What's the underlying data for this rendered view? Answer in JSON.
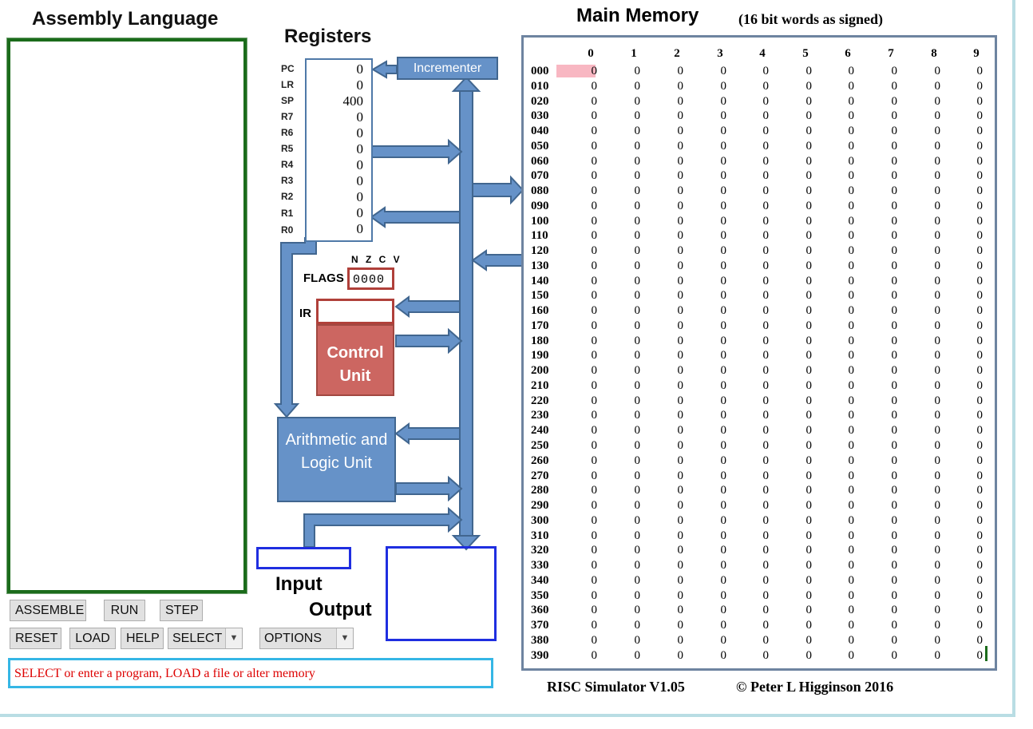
{
  "assembly": {
    "title": "Assembly Language",
    "code": ""
  },
  "buttons": {
    "assemble": "ASSEMBLE",
    "run": "RUN",
    "step": "STEP",
    "reset": "RESET",
    "load": "LOAD",
    "help": "HELP"
  },
  "selects": {
    "select": "SELECT",
    "options": "OPTIONS"
  },
  "status": "SELECT or enter a program, LOAD a file or alter memory",
  "registers": {
    "title": "Registers",
    "items": [
      {
        "name": "PC",
        "value": "0"
      },
      {
        "name": "LR",
        "value": "0"
      },
      {
        "name": "SP",
        "value": "400"
      },
      {
        "name": "R7",
        "value": "0"
      },
      {
        "name": "R6",
        "value": "0"
      },
      {
        "name": "R5",
        "value": "0"
      },
      {
        "name": "R4",
        "value": "0"
      },
      {
        "name": "R3",
        "value": "0"
      },
      {
        "name": "R2",
        "value": "0"
      },
      {
        "name": "R1",
        "value": "0"
      },
      {
        "name": "R0",
        "value": "0"
      }
    ]
  },
  "flags": {
    "label": "FLAGS",
    "header": "N Z C V",
    "value": "0000"
  },
  "ir": {
    "label": "IR",
    "value": ""
  },
  "units": {
    "incrementer": "Incrementer",
    "control_unit": "Control Unit",
    "alu": "Arithmetic and Logic Unit"
  },
  "io": {
    "input_label": "Input",
    "output_label": "Output"
  },
  "memory": {
    "title": "Main Memory",
    "subtitle": "(16 bit words as signed)",
    "columns": [
      "0",
      "1",
      "2",
      "3",
      "4",
      "5",
      "6",
      "7",
      "8",
      "9"
    ],
    "rows": [
      "000",
      "010",
      "020",
      "030",
      "040",
      "050",
      "060",
      "070",
      "080",
      "090",
      "100",
      "110",
      "120",
      "130",
      "140",
      "150",
      "160",
      "170",
      "180",
      "190",
      "200",
      "210",
      "220",
      "230",
      "240",
      "250",
      "260",
      "270",
      "280",
      "290",
      "300",
      "310",
      "320",
      "330",
      "340",
      "350",
      "360",
      "370",
      "380",
      "390"
    ],
    "cell_value": "0"
  },
  "footer": {
    "version": "RISC Simulator V1.05",
    "copyright": "© Peter L Higginson 2016"
  },
  "colors": {
    "bus": "#6692c8",
    "control_unit": "#cc6661",
    "io_border": "#1f2ee0",
    "status_text": "#dd0000",
    "pc_highlight": "#f8b7c2"
  }
}
